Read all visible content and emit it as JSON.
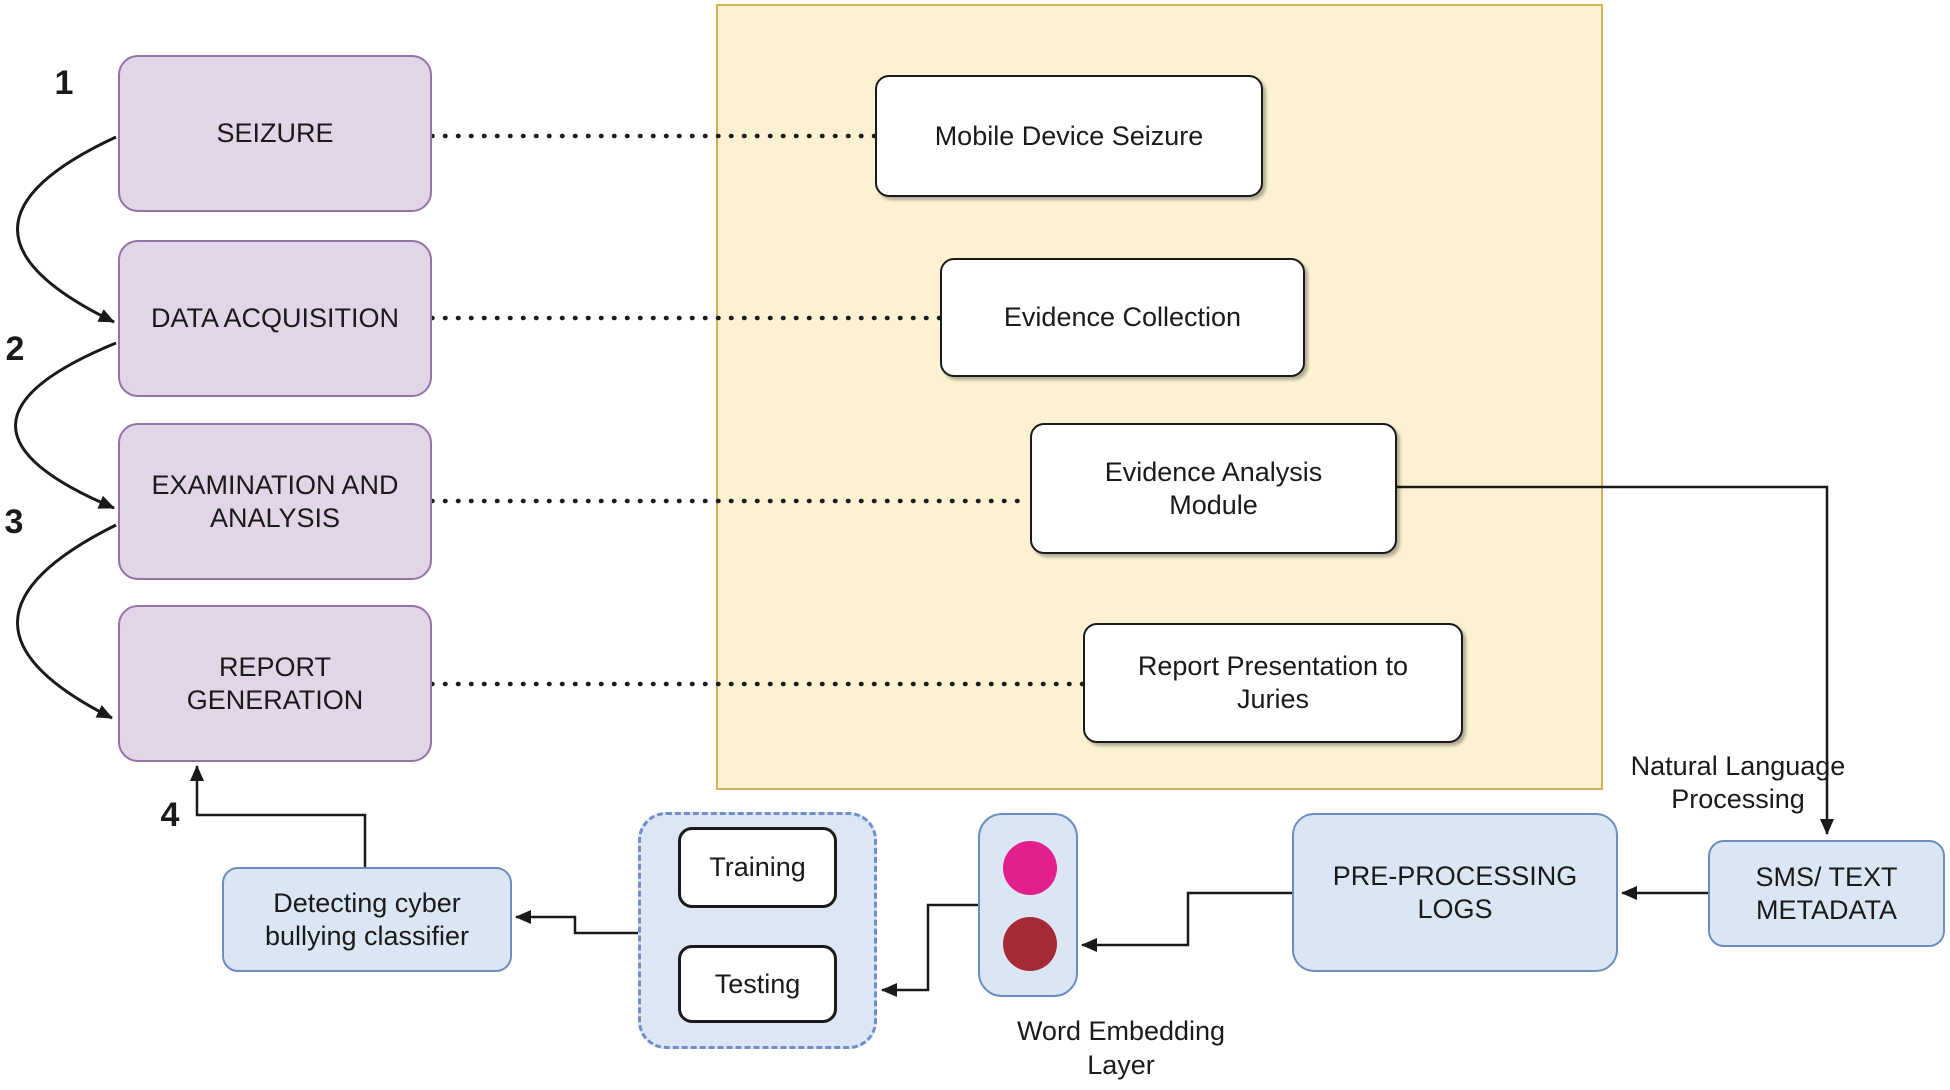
{
  "title": "Mobile forensic process with NLP cyberbullying detection diagram",
  "steps": {
    "s1": "1",
    "s2": "2",
    "s3": "3",
    "s4": "4"
  },
  "forensic_stages": [
    {
      "label": "SEIZURE"
    },
    {
      "label": "DATA ACQUISITION"
    },
    {
      "label": "EXAMINATION AND ANALYSIS"
    },
    {
      "label": "REPORT GENERATION"
    }
  ],
  "framework_modules": [
    {
      "label": "Mobile Device Seizure"
    },
    {
      "label": "Evidence Collection"
    },
    {
      "label": "Evidence Analysis Module"
    },
    {
      "label": "Report Presentation to Juries"
    }
  ],
  "nlp": {
    "label": "Natural Language Processing"
  },
  "pipeline": {
    "sms_metadata": {
      "label": "SMS/ TEXT METADATA"
    },
    "preprocessing": {
      "label": "PRE-PROCESSING LOGS"
    },
    "word_embedding": {
      "label": "Word Embedding Layer"
    },
    "train_test": {
      "training": "Training",
      "testing": "Testing"
    },
    "classifier": {
      "label": "Detecting cyber bullying classifier"
    }
  },
  "colors": {
    "stage_fill": "#e1d5e7",
    "stage_border": "#9673a6",
    "panel_fill": "#fcf2d2",
    "panel_border": "#d3b455",
    "module_fill": "#ffffff",
    "module_border": "#1a1a1a",
    "data_fill": "#dbe6f4",
    "data_border": "#6c8ebf",
    "embedding_dot_pink": "#e21f8d",
    "embedding_dot_dark_red": "#a42a35",
    "connector": "#1a1a1a"
  }
}
